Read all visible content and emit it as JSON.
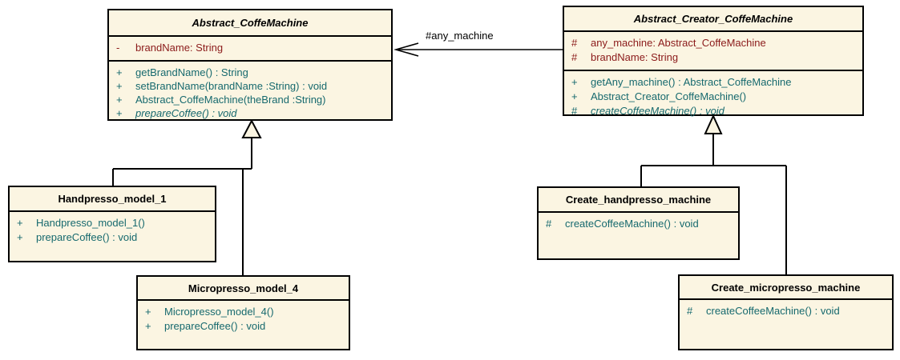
{
  "palette": {
    "background": "#ffffff",
    "class_fill": "#fbf5e2",
    "border_color": "#000000",
    "attribute_color": "#8b1a1a",
    "method_color": "#16696e",
    "title_color": "#000000"
  },
  "association": {
    "label": "#any_machine"
  },
  "classes": [
    {
      "name": "Abstract_CoffeMachine",
      "attributes": [
        {
          "vis": "-",
          "text": "brandName: String"
        }
      ],
      "methods": [
        {
          "vis": "+",
          "text": "getBrandName() : String"
        },
        {
          "vis": "+",
          "text": "setBrandName(brandName :String) : void"
        },
        {
          "vis": "+",
          "text": "Abstract_CoffeMachine(theBrand :String)"
        },
        {
          "vis": "+",
          "text": "prepareCoffee() : void"
        }
      ]
    },
    {
      "name": "Abstract_Creator_CoffeMachine",
      "attributes": [
        {
          "vis": "#",
          "text": "any_machine: Abstract_CoffeMachine"
        },
        {
          "vis": "#",
          "text": "brandName: String"
        }
      ],
      "methods": [
        {
          "vis": "+",
          "text": "getAny_machine() : Abstract_CoffeMachine"
        },
        {
          "vis": "+",
          "text": "Abstract_Creator_CoffeMachine()"
        },
        {
          "vis": "#",
          "text": "createCoffeeMachine() : void"
        }
      ]
    },
    {
      "name": "Handpresso_model_1",
      "attributes": [],
      "methods": [
        {
          "vis": "+",
          "text": "Handpresso_model_1()"
        },
        {
          "vis": "+",
          "text": "prepareCoffee() : void"
        }
      ]
    },
    {
      "name": "Micropresso_model_4",
      "attributes": [],
      "methods": [
        {
          "vis": "+",
          "text": "Micropresso_model_4()"
        },
        {
          "vis": "+",
          "text": "prepareCoffee() : void"
        }
      ]
    },
    {
      "name": "Create_handpresso_machine",
      "attributes": [],
      "methods": [
        {
          "vis": "#",
          "text": "createCoffeeMachine() : void"
        }
      ]
    },
    {
      "name": "Create_micropresso_machine",
      "attributes": [],
      "methods": [
        {
          "vis": "#",
          "text": "createCoffeeMachine() : void"
        }
      ]
    }
  ]
}
